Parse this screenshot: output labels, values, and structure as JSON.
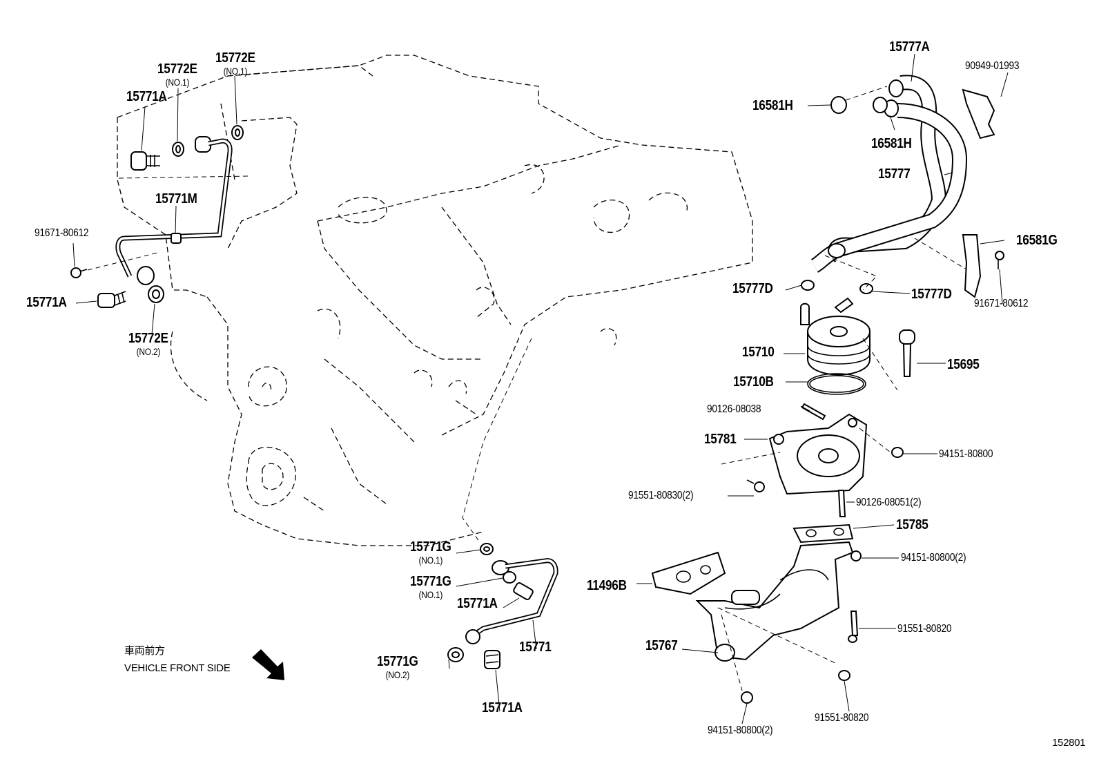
{
  "labels": {
    "p15777A": "15777A",
    "p90949_01993": "90949-01993",
    "p16581H_a": "16581H",
    "p16581H_b": "16581H",
    "p15777": "15777",
    "p16581G": "16581G",
    "p91671_80612_r": "91671-80612",
    "p15777D_l": "15777D",
    "p15777D_r": "15777D",
    "p15710": "15710",
    "p15695": "15695",
    "p15710B": "15710B",
    "p90126_08038": "90126-08038",
    "p15781": "15781",
    "p94151_80800_a": "94151-80800",
    "p91551_80830": "91551-80830(2)",
    "p90126_08051": "90126-08051(2)",
    "p15785": "15785",
    "p94151_80800_b": "94151-80800(2)",
    "p11496B": "11496B",
    "p91551_80820_a": "91551-80820",
    "p15767": "15767",
    "p91551_80820_b": "91551-80820",
    "p94151_80800_c": "94151-80800(2)",
    "p15772E_top": "15772E",
    "p15772E_mid": "15772E",
    "p15771A_top": "15771A",
    "p15771M": "15771M",
    "p91671_80612_l": "91671-80612",
    "p15771A_left": "15771A",
    "p15772E_low": "15772E",
    "p15771G_1": "15771G",
    "p15771G_2": "15771G",
    "p15771A_mid": "15771A",
    "p15771": "15771",
    "p15771G_3": "15771G",
    "p15771A_bottom": "15771A"
  },
  "subs": {
    "no1": "(NO.1)",
    "no2": "(NO.2)"
  },
  "orientation": {
    "jp": "車両前方",
    "en": "VEHICLE FRONT SIDE"
  },
  "figure_id": "152801"
}
